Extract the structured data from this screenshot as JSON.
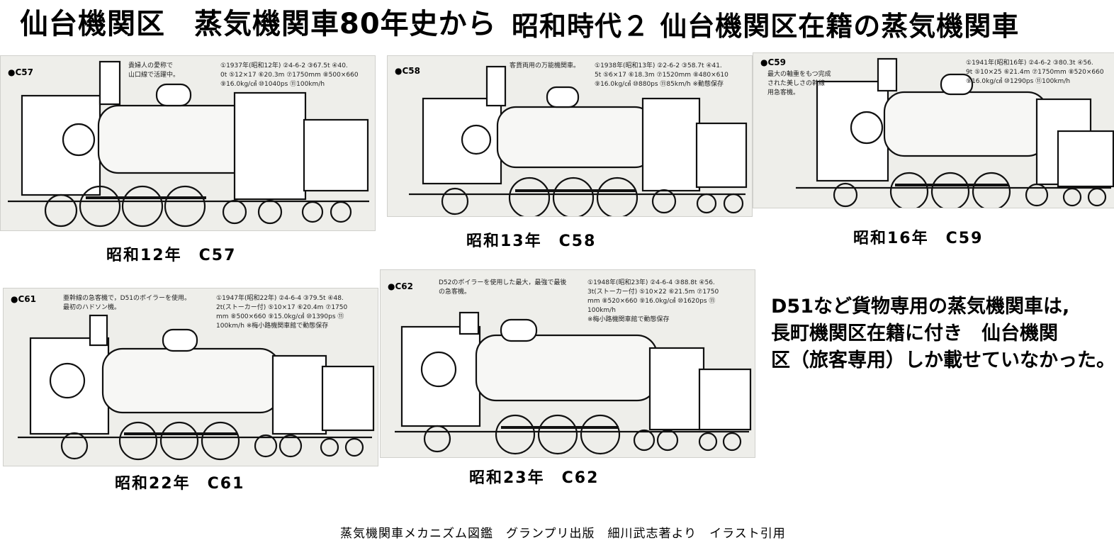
{
  "header": {
    "title_left": "仙台機関区　蒸気機関車80年史から",
    "title_right": "昭和時代２ 仙台機関区在籍の蒸気機関車"
  },
  "locomotives": [
    {
      "id": "C57",
      "label": "●C57",
      "description": "貴婦人の愛称で\n山口線で活躍中。",
      "specs": "①1937年(昭和12年) ②4-6-2 ③67.5t ④40.\n0t ⑤12×17 ⑥20.3m ⑦1750mm ⑧500×660\n⑨16.0kg/㎠ ⑩1040ps ⑪100km/h",
      "caption": "昭和12年　C57"
    },
    {
      "id": "C58",
      "label": "●C58",
      "description": "客貨両用の万能機関車。",
      "specs": "①1938年(昭和13年) ②2-6-2 ③58.7t ④41.\n5t ⑤6×17 ⑥18.3m ⑦1520mm ⑧480×610\n⑨16.0kg/㎠ ⑩880ps ⑪85km/h ※動態保存",
      "caption": "昭和13年　C58"
    },
    {
      "id": "C59",
      "label": "●C59",
      "description": "最大の軸重をもつ完成\nされた美しさの幹線\n用急客機。",
      "specs": "①1941年(昭和16年) ②4-6-2 ③80.3t ④56.\n9t ⑤10×25 ⑥21.4m ⑦1750mm ⑧520×660\n⑨16.0kg/㎠ ⑩1290ps ⑪100km/h",
      "caption": "昭和16年　C59"
    },
    {
      "id": "C61",
      "label": "●C61",
      "description": "亜幹線の急客機で，D51のボイラーを使用。\n最初のハドソン機。",
      "specs": "①1947年(昭和22年) ②4-6-4 ③79.5t ④48.\n2t(ストーカー付) ⑤10×17 ⑥20.4m ⑦1750\nmm ⑧500×660 ⑨15.0kg/㎠ ⑩1390ps ⑪\n100km/h ※梅小路機関車館で動態保存",
      "caption": "昭和22年　C61"
    },
    {
      "id": "C62",
      "label": "●C62",
      "description": "D52のボイラーを使用した最大，最強で最後\nの急客機。",
      "specs": "①1948年(昭和23年) ②4-6-4 ③88.8t ④56.\n3t(ストーカー付) ⑤10×22 ⑥21.5m ⑦1750\nmm ⑧520×660 ⑨16.0kg/㎠ ⑩1620ps ⑪\n100km/h\n※梅小路機関車館で動態保存",
      "caption": "昭和23年　C62"
    }
  ],
  "note": {
    "line1": "D51など貨物専用の蒸気機関車は,",
    "line2": "長町機関区在籍に付き　仙台機関",
    "line3": "区（旅客専用）しか載せていなかった。"
  },
  "credit": "蒸気機関車メカニズム図鑑　グランプリ出版　細川武志著より　イラスト引用"
}
